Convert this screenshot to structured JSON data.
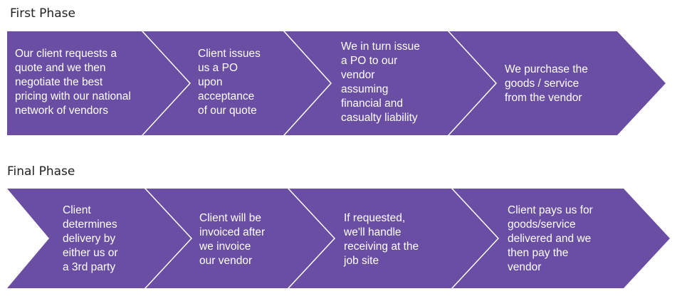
{
  "colors": {
    "arrow_fill": "#6a4ea3",
    "text": "#ffffff",
    "heading": "#222222",
    "background": "#ffffff"
  },
  "phases": [
    {
      "title": "First Phase",
      "steps": [
        {
          "text": "Our client requests a\nquote and we then\nnegotiate the best\npricing with our national\nnetwork of vendors"
        },
        {
          "text": "Client issues\nus a PO\nupon\nacceptance\nof our quote"
        },
        {
          "text": "We in turn issue\na PO to our\nvendor\nassuming\nfinancial and\ncasualty liability"
        },
        {
          "text": "We purchase the\ngoods / service\nfrom the vendor"
        }
      ]
    },
    {
      "title": "Final Phase",
      "steps": [
        {
          "text": "Client\ndetermines\ndelivery by\neither us or\na 3rd party"
        },
        {
          "text": "Client will be\ninvoiced after\nwe invoice\nour vendor"
        },
        {
          "text": "If requested,\nwe'll handle\nreceiving at the\njob site"
        },
        {
          "text": "Client pays us for\ngoods/service\ndelivered and we\nthen pay the\nvendor"
        }
      ]
    }
  ]
}
